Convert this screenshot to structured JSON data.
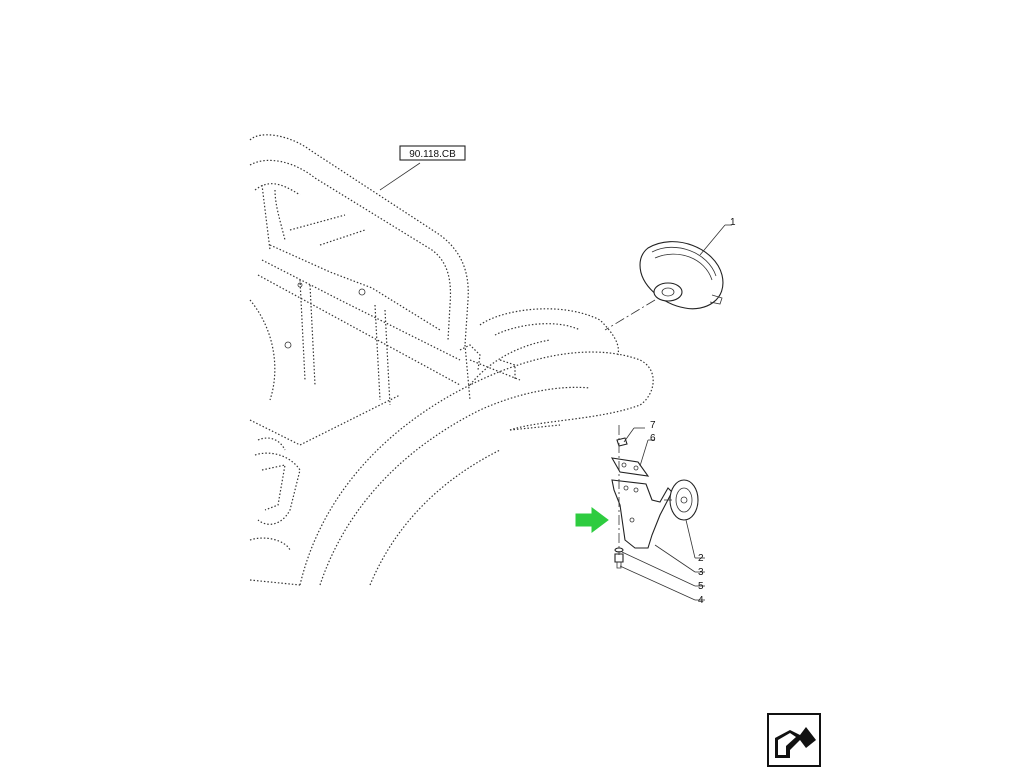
{
  "reference_label": "90.118.CB",
  "callouts": [
    {
      "id": "1",
      "label": "1"
    },
    {
      "id": "2",
      "label": "2"
    },
    {
      "id": "3",
      "label": "3"
    },
    {
      "id": "4",
      "label": "4"
    },
    {
      "id": "5",
      "label": "5"
    },
    {
      "id": "6",
      "label": "6"
    },
    {
      "id": "7",
      "label": "7"
    }
  ],
  "colors": {
    "indicator_arrow": "#2ecc40",
    "linework": "#222222"
  },
  "icons": {
    "indicator": "green-arrow-icon",
    "navigation": "next-page-arrow-icon"
  }
}
